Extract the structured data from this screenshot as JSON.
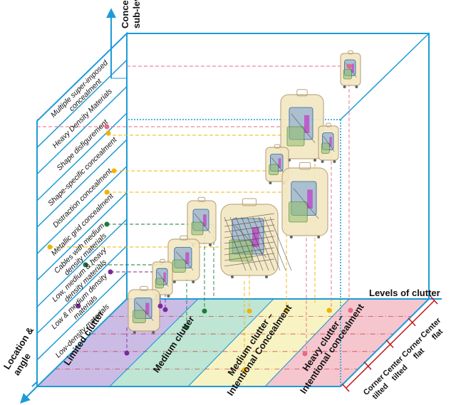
{
  "axes": {
    "vertical_label_line1": "Concealment",
    "vertical_label_line2": "sub-levels",
    "horizontal_label": "Levels of clutter",
    "depth_label_line1": "Location &",
    "depth_label_line2": "angle"
  },
  "concealment_levels": [
    "Multiple super-imposed concealment",
    "Heavy Density Materials",
    "Shape disfigurement",
    "Shape-specific concealment",
    "Distraction concealment",
    "Metallic grid concealment",
    "Cables with medium density materials",
    "Low, medium & heavy density materials",
    "Low & medium density materials",
    "Low-density materials"
  ],
  "concealment_label_lines": [
    [
      "Multiple super-imposed",
      "concealment"
    ],
    [
      "Heavy Density Materials"
    ],
    [
      "Shape disfigurement"
    ],
    [
      "Shape-specific concealment"
    ],
    [
      "Distraction concealment"
    ],
    [
      "Metallic grid concealment"
    ],
    [
      "Cables with medium",
      "density materials"
    ],
    [
      "Low, medium & heavy",
      "density materials"
    ],
    [
      "Low & medium density",
      "materials"
    ],
    [
      "Low-density materials"
    ]
  ],
  "clutter_levels": [
    {
      "lines": [
        "Limited clutter"
      ],
      "color": "#b9a6dd"
    },
    {
      "lines": [
        "Medium clutter"
      ],
      "color": "#a9dcc6"
    },
    {
      "lines": [
        "Medium clutter –",
        "Intentional Concealment"
      ],
      "color": "#f6efae"
    },
    {
      "lines": [
        "Heavy clutter –",
        "Intentional concealment"
      ],
      "color": "#f2b3be"
    }
  ],
  "location_angle": [
    "Corner tilted",
    "Center tilted",
    "Corner flat",
    "Center flat"
  ],
  "colors": {
    "axis": "#1e9bd7",
    "purple": "#7a2a9c",
    "green": "#1c7a3a",
    "yellow": "#f0b400",
    "pink": "#e46b86",
    "bracket": "#c0141b"
  },
  "icons": [
    "xray-bag-thumbnail"
  ]
}
